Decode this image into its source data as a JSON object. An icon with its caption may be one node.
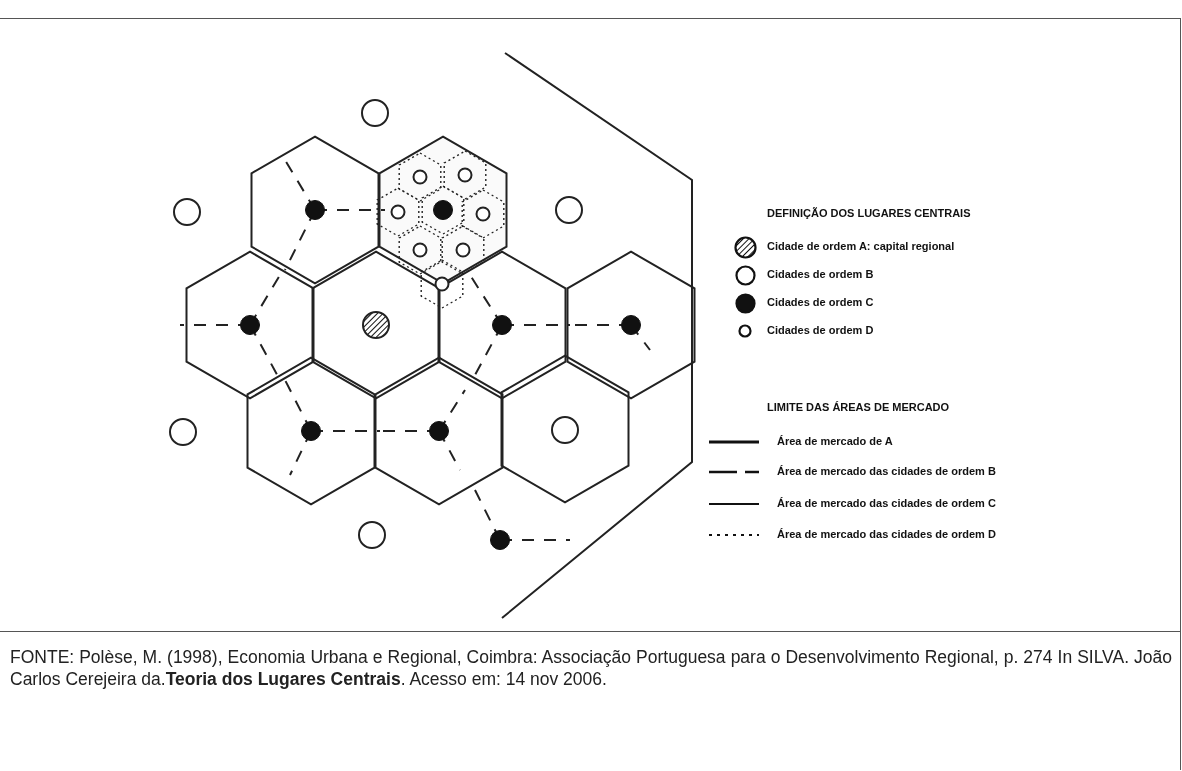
{
  "diagram": {
    "caption": "FONTE: Polèse, M. (1998), Economia Urbana e Regional, Coimbra: Associação Portuguesa para o Desenvolvimento Regional, p. 274 In SILVA. João Carlos Cerejeira da.**Teoria dos Lugares Centrais**. Acesso em: 14 nov 2006.",
    "labels": [
      "DEFINIÇÃO DOS LUGARES CENTRAIS",
      "LIMITE DAS ÁREAS DE MERCADO"
    ],
    "legend": [
      {
        "text": "Cidade de ordem A: capital regional"
      },
      {
        "text": "Cidades de ordem B"
      },
      {
        "text": "Cidades de ordem C"
      },
      {
        "text": "Cidades de ordem D"
      },
      {
        "text": "Área de mercado de A"
      },
      {
        "text": "Área de mercado das cidades de ordem B"
      },
      {
        "text": "Área de mercado das cidades de ordem C"
      },
      {
        "text": "Área de mercado das cidades de ordem D"
      }
    ]
  }
}
